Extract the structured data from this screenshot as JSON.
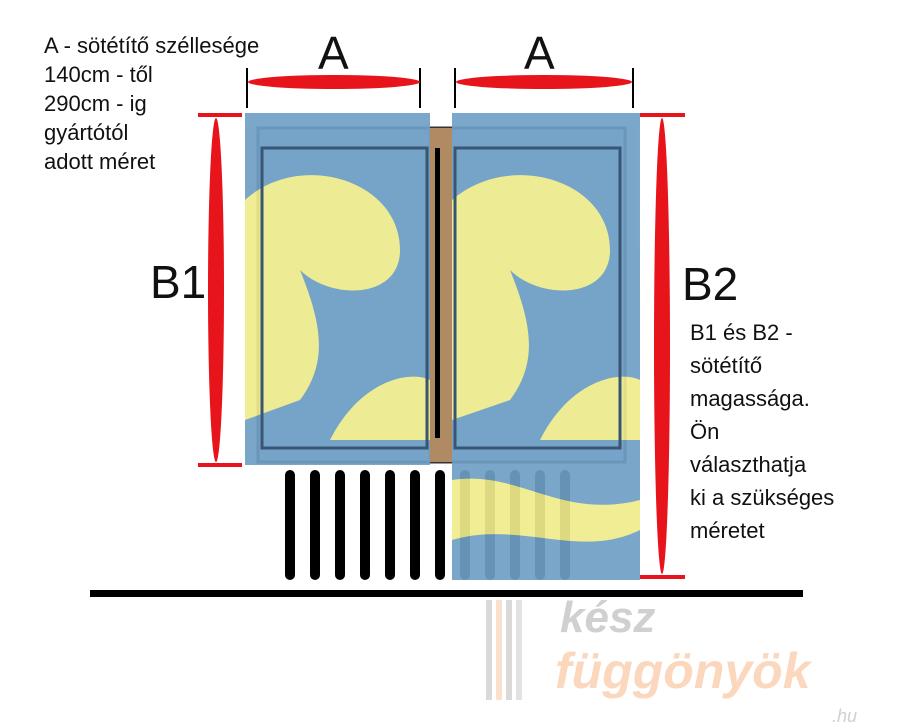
{
  "labels": {
    "a_left": "A",
    "a_right": "A",
    "b1": "B1",
    "b2": "B2"
  },
  "width_note": [
    "A - sötétítő széllesége",
    "140cm - től",
    "290cm - ig",
    "gyártótól",
    "adott méret"
  ],
  "height_note": [
    "B1 és B2 -",
    "sötétítő",
    "magassága.",
    "Ön",
    "választhatja",
    "ki a szükséges",
    "méretet"
  ],
  "watermark": {
    "line1": "kész",
    "line2": "függönyök",
    ".hu": ".hu"
  },
  "colors": {
    "arrow": "#e8141c",
    "blind_blue": "#6f9fc6",
    "blind_yellow": "#f0ec8c",
    "frame_brown": "#b08a62"
  }
}
